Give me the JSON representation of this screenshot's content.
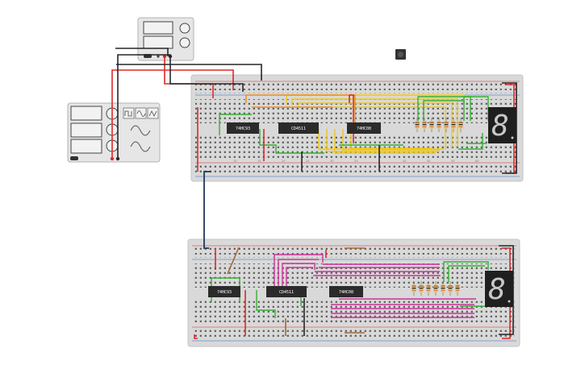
{
  "colors": {
    "background": "#ffffff",
    "breadboard": "#d9d9d9",
    "wire_red": "#e02828",
    "wire_black": "#262626",
    "wire_green": "#33b233",
    "wire_yellow": "#f0c814",
    "wire_orange": "#f08c1e",
    "wire_magenta": "#cc3399",
    "wire_navy": "#1f3a5c",
    "wire_brown": "#9c6b3c",
    "chip": "#2b2b2b",
    "display": "#1f1f1f",
    "segment_off": "#c8c8c8"
  },
  "power_supply": {
    "icon": "power-supply-icon"
  },
  "function_generator": {
    "waveform_icons": [
      "square-wave-icon",
      "sine-wave-icon",
      "triangle-wave-icon"
    ]
  },
  "pushbutton": {
    "icon": "pushbutton-icon"
  },
  "top_board": {
    "chips": [
      "74HC93",
      "CD4511",
      "74HC08"
    ],
    "display_digit": "8"
  },
  "bottom_board": {
    "chips": [
      "74HC93",
      "CD4511",
      "74HC08"
    ],
    "display_digit": "8"
  }
}
